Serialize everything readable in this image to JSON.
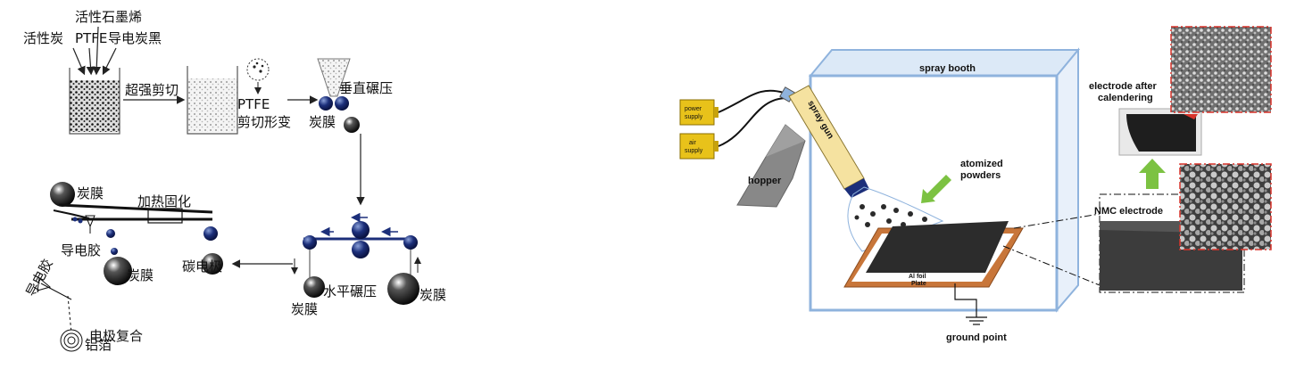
{
  "left_diagram": {
    "inputs": {
      "activated_graphene": "活性石墨烯",
      "activated_carbon": "活性炭",
      "ptfe": "PTFE",
      "conductive_carbon_black": "导电炭黑"
    },
    "high_shear": "超强剪切",
    "ptfe_shear_line1": "PTFE",
    "ptfe_shear_line2": "剪切形变",
    "vertical_press": "垂直碾压",
    "carbon_film_top": "炭膜",
    "horizontal_press": "水平碾压",
    "carbon_film_bottom_left": "炭膜",
    "carbon_film_bottom_right": "炭膜",
    "carbon_electrode": "碳电极",
    "heat_cure": "加热固化",
    "carbon_film_upper_roll": "炭膜",
    "conductive_adhesive": "导电胶",
    "carbon_film_lower_roll": "炭膜",
    "conductive_adhesive_rotated": "导电胶",
    "electrode_composite": "电极复合",
    "aluminum_foil": "铝箔"
  },
  "right_diagram": {
    "booth": "spray booth",
    "power_supply_line1": "power",
    "power_supply_line2": "supply",
    "air_supply_line1": "air",
    "air_supply_line2": "supply",
    "spray_gun": "spray gun",
    "hopper": "hopper",
    "atomized_line1": "atomized",
    "atomized_line2": "powders",
    "al_foil": "Al foil",
    "plate": "Plate",
    "ground_point": "ground point",
    "electrode_after_line1": "electrode after",
    "electrode_after_line2": "calendering",
    "nmc_electrode": "NMC electrode",
    "colors": {
      "booth_edge": "#8fb3dd",
      "booth_top": "#dce9f7",
      "supply_box": "#e8c21a",
      "spray_gun": "#f5e2a0",
      "hopper": "#888888",
      "plate": "#c8763a",
      "arrow_green": "#7cc242",
      "frame_red": "#d9342b"
    }
  }
}
